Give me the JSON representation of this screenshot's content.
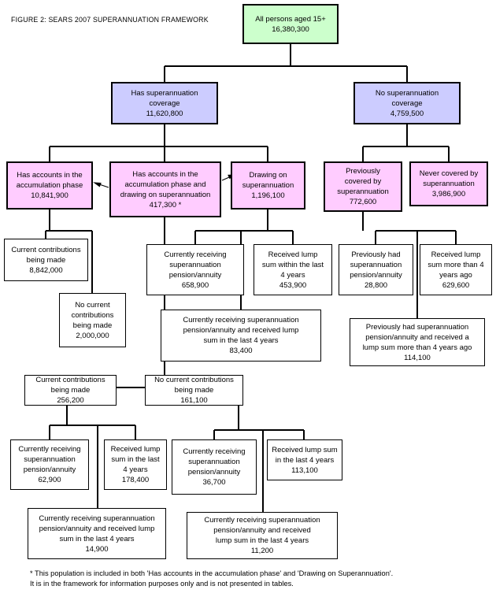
{
  "figure": {
    "title": "FIGURE 2: SEARS 2007 SUPERANNUATION FRAMEWORK"
  },
  "colors": {
    "root": "#ccffcc",
    "level1": "#ccccff",
    "level2": "#ffccff",
    "leaf": "#ffffff",
    "stroke": "#000000"
  },
  "footnote": {
    "line1": "* This population is included in both 'Has accounts in the accumulation phase' and 'Drawing on Superannuation'.",
    "line2": "It is in the framework for information purposes only and is not presented in tables."
  },
  "nodes": {
    "all_persons": {
      "label": "All persons aged 15+",
      "value": "16,380,300"
    },
    "has_coverage": {
      "label": "Has superannuation\ncoverage",
      "value": "11,620,800"
    },
    "no_coverage": {
      "label": "No superannuation\ncoverage",
      "value": "4,759,500"
    },
    "accumulation_phase": {
      "label": "Has accounts in the\naccumulation phase",
      "value": "10,841,900"
    },
    "accumulation_and_drawing": {
      "label": "Has accounts in the\naccumulation phase and\ndrawing on superannuation",
      "value": "417,300 *"
    },
    "drawing_on_super": {
      "label": "Drawing on\nsuperannuation",
      "value": "1,196,100"
    },
    "previously_covered": {
      "label": "Previously\ncovered by\nsuperannuation",
      "value": "772,600"
    },
    "never_covered": {
      "label": "Never covered by\nsuperannuation",
      "value": "3,986,900"
    },
    "acc_current_contrib": {
      "label": "Current contributions\nbeing made",
      "value": "8,842,000"
    },
    "acc_no_current_contrib": {
      "label": "No current\ncontributions\nbeing made",
      "value": "2,000,000"
    },
    "draw_pension": {
      "label": "Currently receiving\nsuperannuation\npension/annuity",
      "value": "658,900"
    },
    "draw_lump_sum": {
      "label": "Received lump\nsum within the last\n4 years",
      "value": "453,900"
    },
    "draw_both": {
      "label": "Currently receiving superannuation\npension/annuity and received lump\nsum in the last 4 years",
      "value": "83,400"
    },
    "prev_pension": {
      "label": "Previously had\nsuperannuation\npension/annuity",
      "value": "28,800"
    },
    "prev_lump_sum": {
      "label": "Received lump\nsum more than 4\nyears ago",
      "value": "629,600"
    },
    "prev_both": {
      "label": "Previously had superannuation\npension/annuity and received a\nlump sum more than 4 years ago",
      "value": "114,100"
    },
    "mix_current_contrib": {
      "label": "Current contributions\nbeing made",
      "value": "256,200"
    },
    "mix_no_current_contrib": {
      "label": "No current contributions\nbeing made",
      "value": "161,100"
    },
    "mix_cc_pension": {
      "label": "Currently receiving\nsuperannuation\npension/annuity",
      "value": "62,900"
    },
    "mix_cc_lump": {
      "label": "Received lump\nsum in the last\n4 years",
      "value": "178,400"
    },
    "mix_cc_both": {
      "label": "Currently receiving superannuation\npension/annuity and received lump\nsum in the last 4 years",
      "value": "14,900"
    },
    "mix_nc_pension": {
      "label": "Currently receiving\nsuperannuation\npension/annuity",
      "value": "36,700"
    },
    "mix_nc_lump": {
      "label": "Received lump sum\nin the last 4 years",
      "value": "113,100"
    },
    "mix_nc_both": {
      "label": "Currently receiving superannuation\npension/annuity and received\nlump sum in the last 4 years",
      "value": "11,200"
    }
  }
}
